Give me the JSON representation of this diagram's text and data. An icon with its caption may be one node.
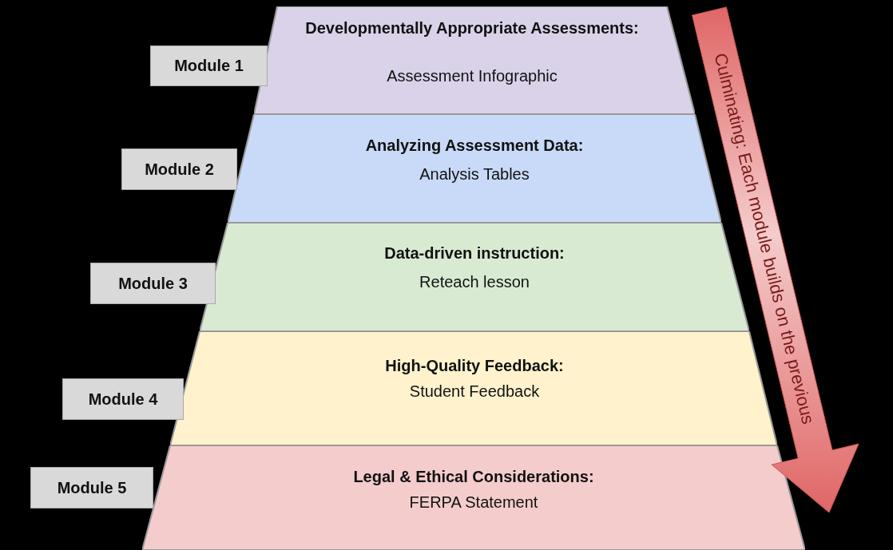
{
  "diagram": {
    "nodes": [
      {
        "text": [
          "Developmentally Appropriate Assessments:",
          "Assessment Infographic"
        ],
        "beside": [
          "Module 1"
        ]
      },
      {
        "text": [
          "Analyzing Assessment Data:",
          "Analysis Tables"
        ],
        "beside": [
          "Module 2"
        ]
      },
      {
        "text": [
          "Data-driven instruction:",
          "Reteach lesson"
        ],
        "beside": [
          "Module 3"
        ]
      },
      {
        "text": [
          "High-Quality Feedback:",
          "Student Feedback"
        ],
        "beside": [
          "Module 4"
        ]
      },
      {
        "text": [
          "Legal & Ethical Considerations:",
          "FERPA Statement"
        ],
        "beside": [
          "Module 5"
        ]
      }
    ],
    "labels": [
      "Culminating: Each module builds on the previous"
    ]
  }
}
